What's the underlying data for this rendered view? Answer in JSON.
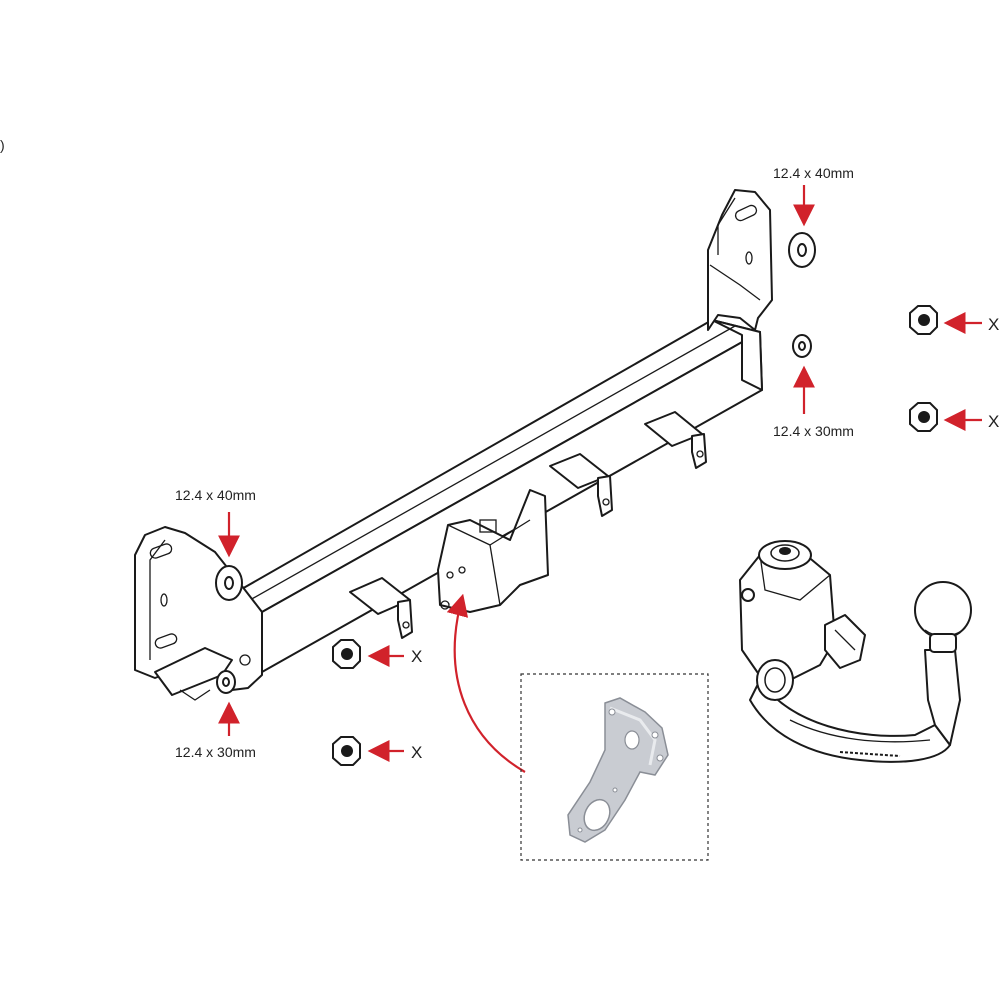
{
  "corner_mark": ")",
  "labels": {
    "washer_top_right": "12.4 x 40mm",
    "washer_mid_right": "12.4 x 30mm",
    "washer_top_left": "12.4 x 40mm",
    "washer_bottom_left": "12.4 x 30mm"
  },
  "nut_markers": [
    "X",
    "X",
    "X",
    "X"
  ],
  "colors": {
    "arrow": "#d1222b",
    "line": "#1a1a1a",
    "plate": "#c9ccd2"
  },
  "icons": [
    "nut-icon",
    "washer-icon",
    "tow-ball-icon",
    "socket-plate-icon"
  ]
}
